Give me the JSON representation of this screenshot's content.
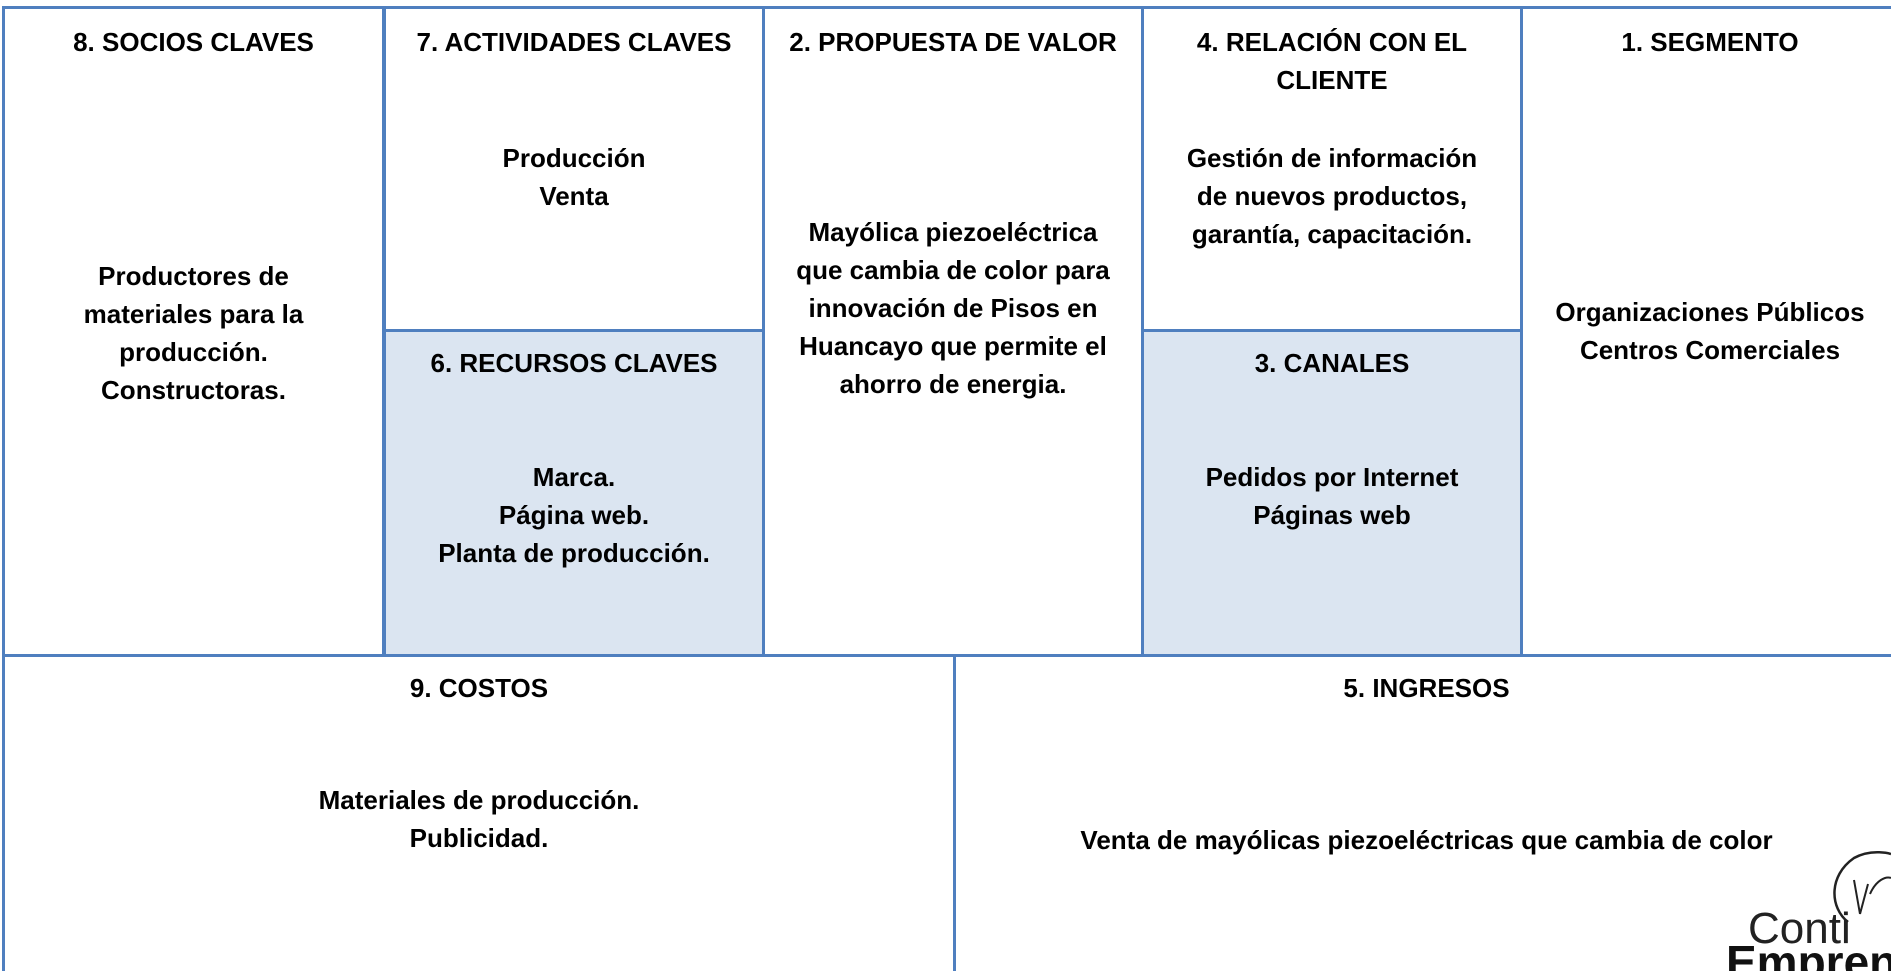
{
  "canvas": {
    "blocks": {
      "socios": {
        "title": "8. SOCIOS CLAVES",
        "content": "Productores de\nmateriales para la\nproducción.\nConstructoras."
      },
      "actividades": {
        "title": "7. ACTIVIDADES CLAVES",
        "content": "Producción\nVenta"
      },
      "recursos": {
        "title": "6. RECURSOS CLAVES",
        "content": "Marca.\nPágina web.\nPlanta de producción."
      },
      "propuesta": {
        "title": "2. PROPUESTA DE VALOR",
        "content": "Mayólica piezoeléctrica\nque cambia de color para\ninnovación de Pisos en\nHuancayo que permite el\nahorro de energia."
      },
      "relacion": {
        "title": "4. RELACIÓN CON EL\nCLIENTE",
        "content": "Gestión de información\nde nuevos productos,\ngarantía, capacitación."
      },
      "canales": {
        "title": "3. CANALES",
        "content": "Pedidos por Internet\nPáginas web"
      },
      "segmento": {
        "title": "1.   SEGMENTO",
        "content": "Organizaciones Públicos\nCentros Comerciales"
      },
      "costos": {
        "title": "9. COSTOS",
        "content": "Materiales de producción.\nPublicidad."
      },
      "ingresos": {
        "title": "5. INGRESOS",
        "content": "Venta de mayólicas piezoeléctricas que cambia de color"
      }
    },
    "logo": {
      "text_top": "Conti",
      "text_bottom": "Emprende",
      "icon": "lightbulb-icon"
    }
  },
  "colors": {
    "border": "#4f7fbf",
    "shade": "#dbe5f1",
    "text": "#000000"
  }
}
